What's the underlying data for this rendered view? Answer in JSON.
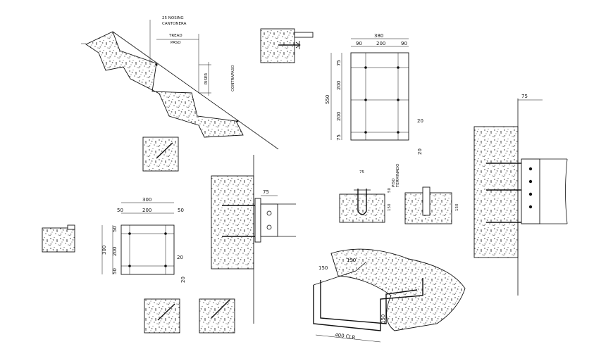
{
  "stair": {
    "nosing": "25 NOSING",
    "nosing_es": "CANTONERA",
    "tread": "TREAD",
    "tread_es": "PASO",
    "riser": "RISER",
    "riser_es": "CONTRAPASO"
  },
  "plate_large": {
    "width": "380",
    "edge_left": "90",
    "mid": "200",
    "edge_right": "90",
    "height": "550",
    "row1": "75",
    "row2": "200",
    "row3": "200",
    "row4": "75",
    "offset": "20",
    "offset_b": "20"
  },
  "plate_small": {
    "width": "300",
    "edge_left": "50",
    "mid": "200",
    "edge_right": "50",
    "height": "300",
    "row1": "50",
    "row2": "200",
    "row3": "50",
    "offset": "20",
    "offset_b": "20"
  },
  "wall_conn": {
    "dim": "75"
  },
  "wall_conn_right": {
    "dim": "75"
  },
  "anchor": {
    "top": "75",
    "a": "50",
    "b": "150",
    "depth": "150",
    "label1": "PISO",
    "label2": "TERMINADO"
  },
  "rebar": {
    "d1": "150",
    "d2": "150",
    "d3": "400 CLR",
    "d4": "150"
  }
}
